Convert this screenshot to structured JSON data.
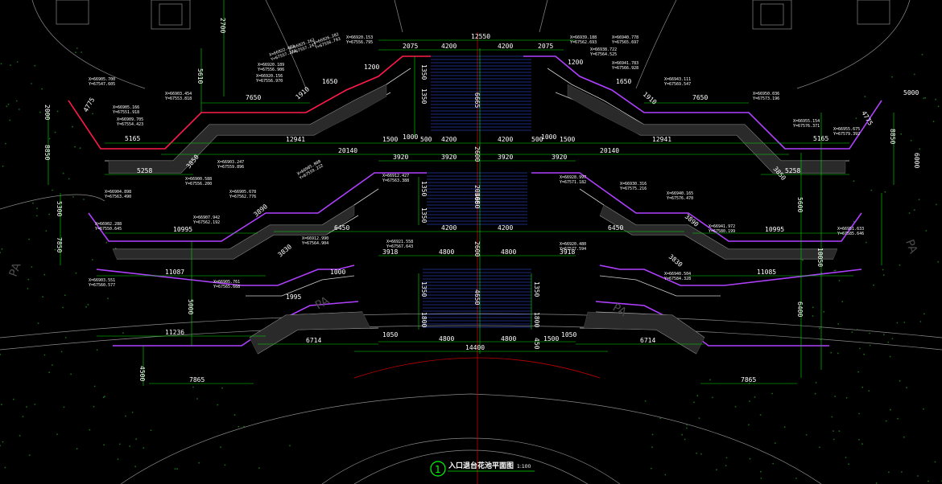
{
  "colors": {
    "background": "#000000",
    "dimension_line": "#00e000",
    "planter_edge_red": "#ff1a4a",
    "planter_edge_purple": "#b040ff",
    "wall_lines": "#d0d0d0",
    "stair_lines": "#3a5aff",
    "axis_red": "#c00000",
    "title_circle": "#00ff00",
    "context_lines": "#8a8a8a"
  },
  "title": {
    "number": "1",
    "text": "入口退台花池平面图",
    "scale": "1:100"
  },
  "watermark": "PA",
  "dimensions": {
    "top_total": "12550",
    "top_span_l": "2075",
    "top_span_r": "2075",
    "stair_w_1": "4200",
    "stair_w_2": "4200",
    "left_vertical_top": "2700",
    "left_vertical_mid": "5610",
    "seg_1650_l": "1650",
    "seg_1200_l": "1200",
    "seg_1910_l": "1910",
    "seg_7650_l": "7650",
    "seg_7650_r": "7650",
    "seg_1650_r": "1650",
    "seg_1910_r": "1910",
    "seg_1200_r": "1200",
    "center_v1": "6665",
    "center_v2": "2600",
    "center_v3": "20500",
    "center_v4": "4650",
    "center_v5": "2600",
    "center_v6": "4650",
    "row1_12941_l": "12941",
    "row1_12941_r": "12941",
    "row1_1500_l": "1500",
    "row1_1000_l": "1000",
    "row1_500_l": "500",
    "row1_4200_a": "4200",
    "row1_4200_b": "4200",
    "row1_500_r": "500",
    "row1_1000_r": "1000",
    "row1_1500_r": "1500",
    "row2_20140_l": "20140",
    "row2_20140_r": "20140",
    "row2_3920_a": "3920",
    "row2_3920_b": "3920",
    "row2_3920_c": "3920",
    "row2_3920_d": "3920",
    "left_5165": "5165",
    "left_5258": "5258",
    "right_5165": "5165",
    "right_5258": "5258",
    "row3_10995_l": "10995",
    "row3_10995_r": "10995",
    "row3_6450_l": "6450",
    "row3_6450_r": "6450",
    "row3_4200_a": "4200",
    "row3_4200_b": "4200",
    "row3_3918_l": "3918",
    "row3_3918_r": "3918",
    "row3_4800_a": "4800",
    "row3_4800_b": "4800",
    "row4_11087": "11087",
    "row4_11085": "11085",
    "row4_1000": "1000",
    "row4_1995": "1995",
    "row5_11236": "11236",
    "row5_6714_l": "6714",
    "row5_6714_r": "6714",
    "row5_1050_l": "1050",
    "row5_1050_r": "1050",
    "row5_1500": "1500",
    "row5_4800_a": "4800",
    "row5_4800_b": "4800",
    "bottom_14400": "14400",
    "bottom_7865_l": "7865",
    "bottom_7865_r": "7865",
    "left_5000": "5000",
    "left_4500": "4500",
    "right_5600": "5600",
    "right_6400": "6400",
    "right_5000_top": "5000",
    "right_6000": "6000",
    "right_10050": "10050",
    "small_1350_a": "1350",
    "small_1350_b": "1350",
    "small_1350_c": "1350",
    "small_1350_d": "1350",
    "small_1800_a": "1800",
    "small_1800_b": "1800",
    "small_1350_e": "1350",
    "small_1350_f": "1350",
    "small_450": "450",
    "left_2000": "2000",
    "left_4775": "4775",
    "left_8850": "8850",
    "left_5300": "5300",
    "left_7850": "7850",
    "right_4775": "4775",
    "right_8850": "8850",
    "right_3850": "3850",
    "left_3850": "3850",
    "left_3890": "3890",
    "right_3890": "3890",
    "left_3830": "3830",
    "right_3830": "3830"
  },
  "coordinates": [
    "X=66905.700 Y=67547.605",
    "X=66903.454 Y=67553.818",
    "X=66905.166 Y=67551.918",
    "X=66909.705 Y=67554.423",
    "X=66922.473 Y=67557.276",
    "X=66925.262 Y=67557.247",
    "X=66926.282 Y=67556.793",
    "X=66920.153 Y=67556.795",
    "X=66920.156 Y=67556.970",
    "X=66920.189 Y=67556.906",
    "X=66939.188 Y=67562.693",
    "X=66940.778 Y=67565.697",
    "X=66938.722 Y=67564.525",
    "X=66941.783 Y=67566.928",
    "X=66943.111 Y=67569.547",
    "X=66950.036 Y=67573.196",
    "X=66955.154 Y=67576.371",
    "X=66955.675 Y=67579.392",
    "X=66903.247 Y=67559.896",
    "X=66900.588 Y=67556.200",
    "X=66904.898 Y=67563.490",
    "X=66905.678 Y=67562.776",
    "X=66912.427 Y=67563.388",
    "X=66928.997 Y=67571.182",
    "X=66930.316 Y=67575.216",
    "X=66940.165 Y=67576.470",
    "X=66902.288 Y=67550.645",
    "X=66907.942 Y=67562.192",
    "X=66912.990 Y=67564.904",
    "X=66921.558 Y=67567.643",
    "X=66920.480 Y=67577.594",
    "X=66941.972 Y=67580.199",
    "X=66951.633 Y=67585.646",
    "X=66940.504 Y=67584.328",
    "X=66905.761 Y=67565.668",
    "X=66903.551 Y=67560.577",
    "X=66905.800 Y=67559.222"
  ]
}
